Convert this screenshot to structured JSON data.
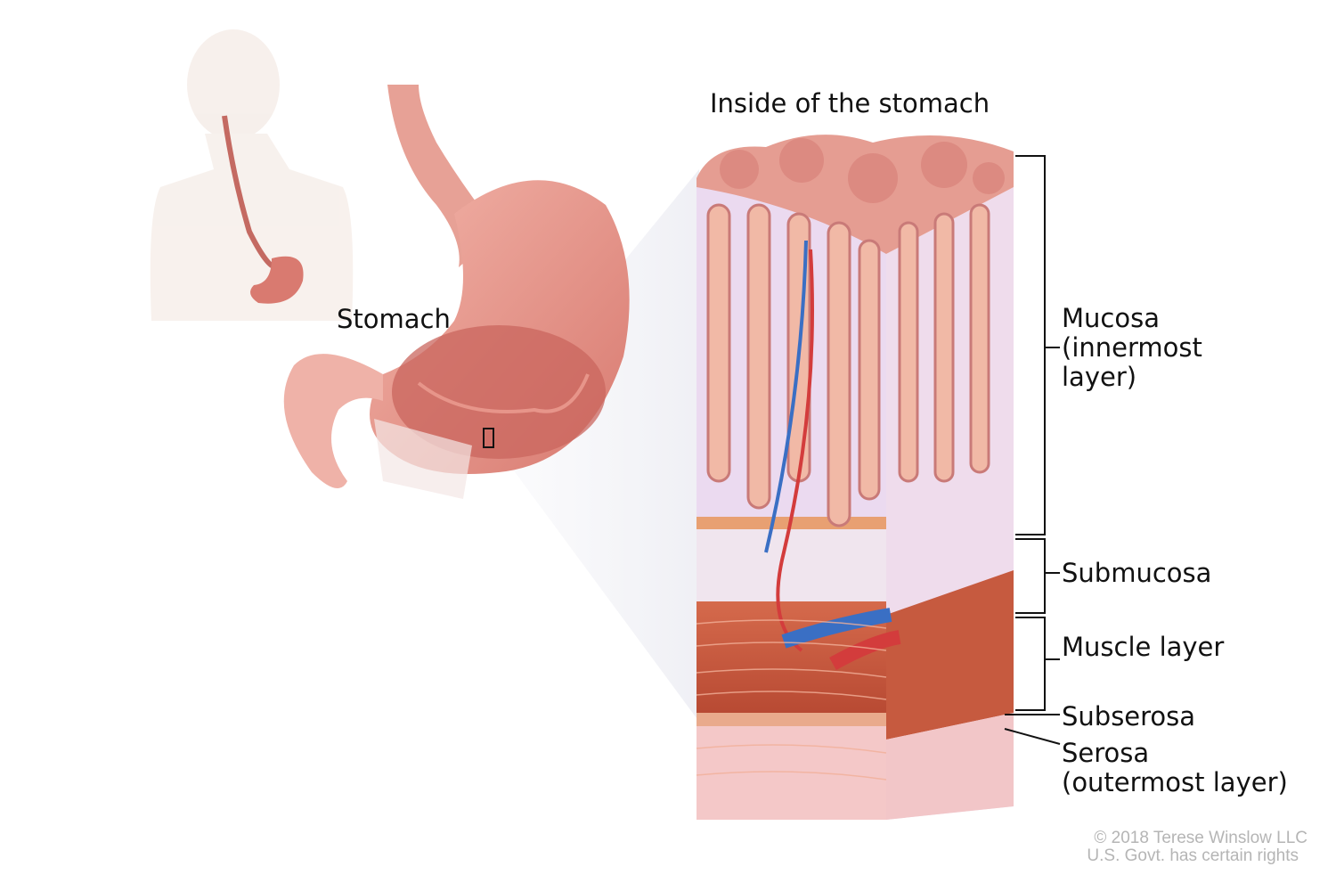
{
  "title": "Inside of the stomach",
  "labels": {
    "stomach": "Stomach",
    "mucosa_1": "Mucosa",
    "mucosa_2": "(innermost",
    "mucosa_3": "layer)",
    "submucosa": "Submucosa",
    "muscle": "Muscle layer",
    "subserosa": "Subserosa",
    "serosa_1": "Serosa",
    "serosa_2": "(outermost layer)"
  },
  "copyright": {
    "line1": "© 2018 Terese Winslow LLC",
    "line2": "U.S. Govt. has certain rights"
  },
  "colors": {
    "mucosa": "#e9d8ef",
    "tissue": "#d98a7a",
    "muscle": "#c9563b",
    "serosa": "#f3c6c9",
    "stomach": "#e99a90"
  }
}
